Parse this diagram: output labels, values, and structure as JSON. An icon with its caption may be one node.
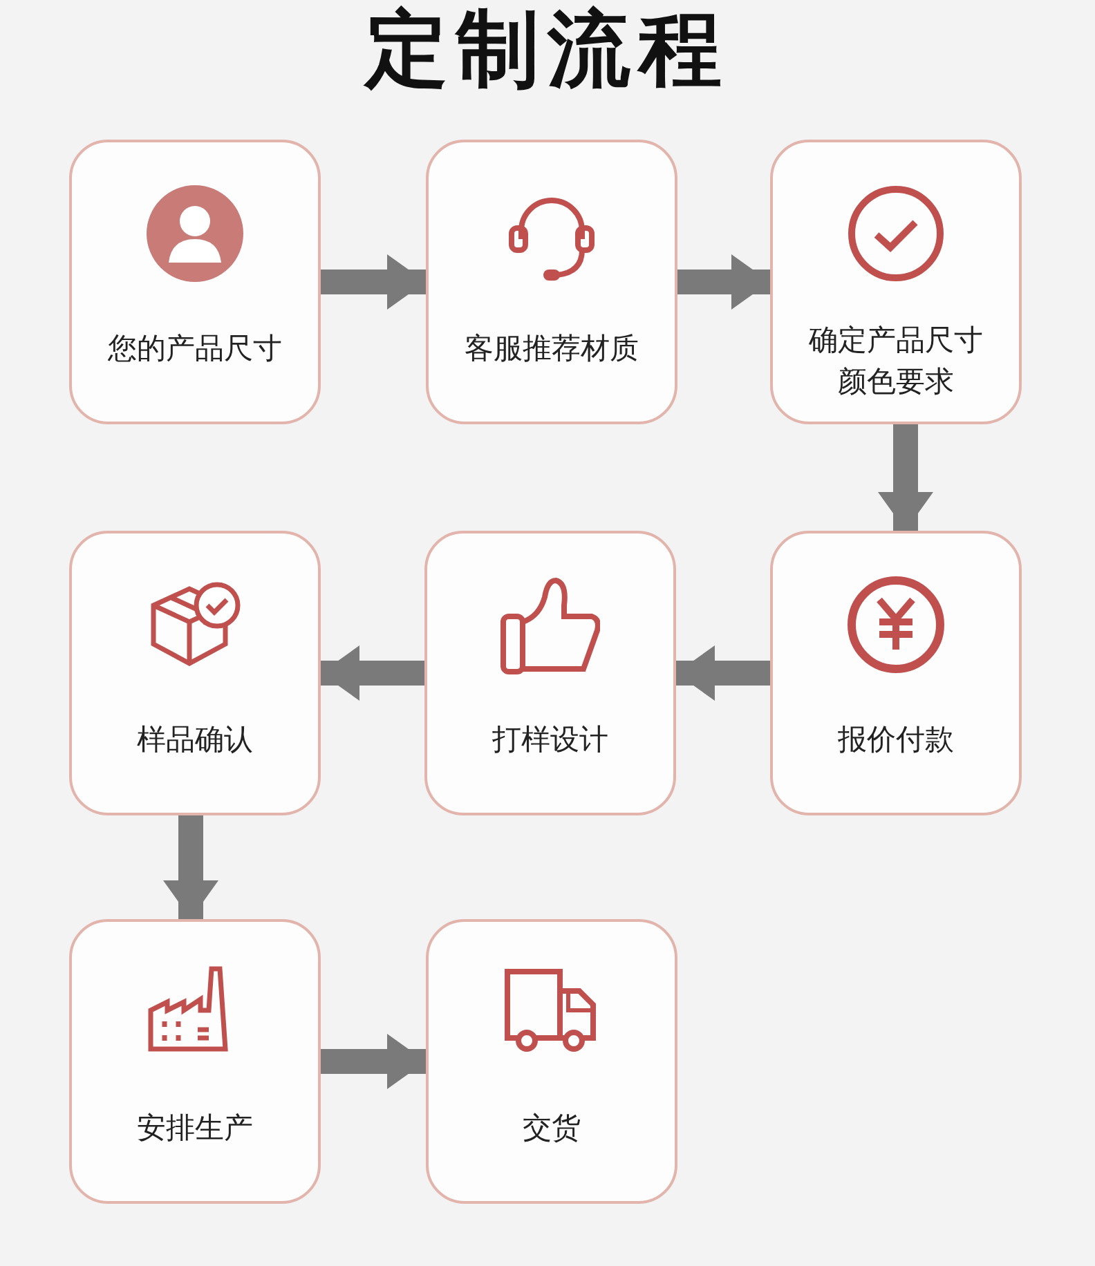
{
  "diagram": {
    "title": "定制流程",
    "nodes": [
      {
        "text": [
          "您的产品尺寸"
        ]
      },
      {
        "text": [
          "客服推荐材质"
        ]
      },
      {
        "text": [
          "确定产品尺寸颜色要求"
        ]
      },
      {
        "text": [
          "报价付款"
        ]
      },
      {
        "text": [
          "打样设计"
        ]
      },
      {
        "text": [
          "样品确认"
        ]
      },
      {
        "text": [
          "安排生产"
        ]
      },
      {
        "text": [
          "交货"
        ]
      }
    ],
    "edges": [
      {
        "from": 0,
        "to": 1,
        "arrow": "to"
      },
      {
        "from": 1,
        "to": 2,
        "arrow": "to"
      },
      {
        "from": 2,
        "to": 3,
        "arrow": "to"
      },
      {
        "from": 3,
        "to": 4,
        "arrow": "to"
      },
      {
        "from": 4,
        "to": 5,
        "arrow": "to"
      },
      {
        "from": 5,
        "to": 6,
        "arrow": "to"
      },
      {
        "from": 6,
        "to": 7,
        "arrow": "to"
      }
    ]
  }
}
